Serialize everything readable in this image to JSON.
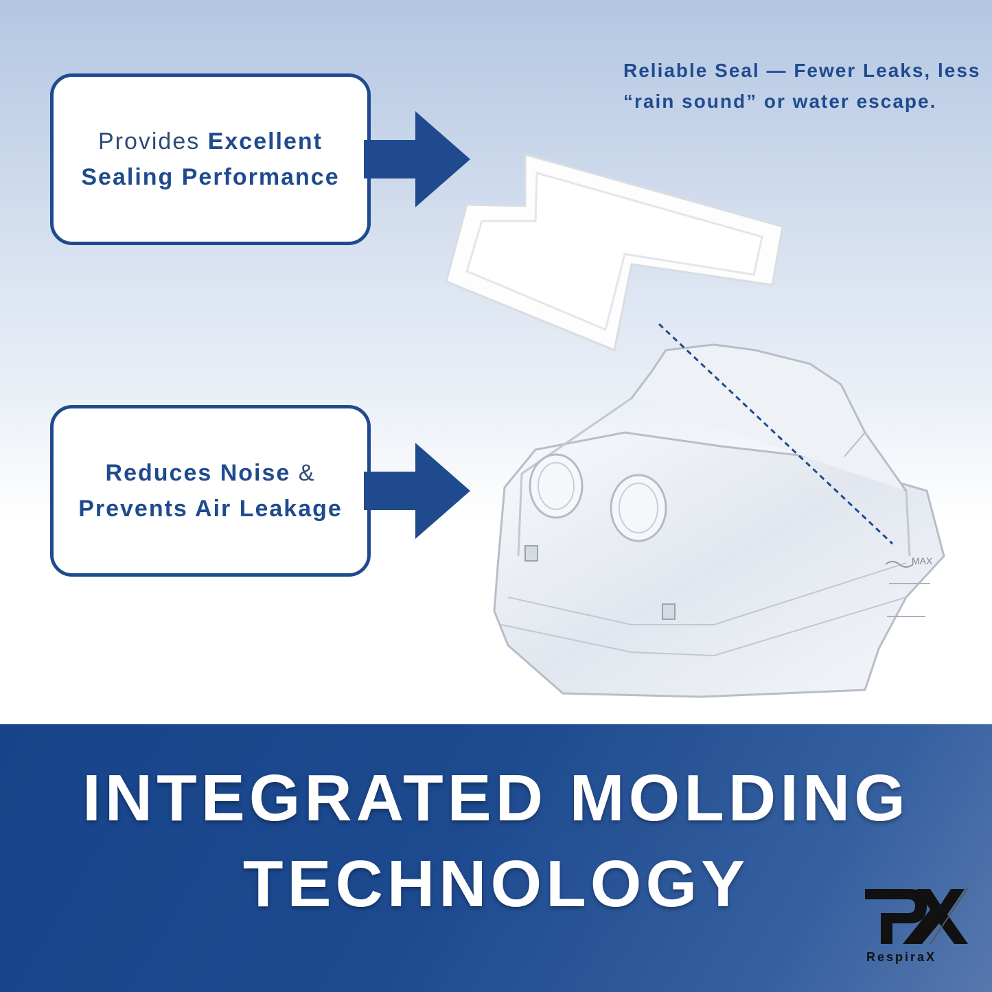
{
  "callouts": [
    {
      "prefix": "Provides ",
      "bold": "Excellent Sealing Performance"
    },
    {
      "bold": "Reduces Noise ",
      "suffix": "& ",
      "bold2": "Prevents Air Leakage"
    }
  ],
  "note": "Reliable Seal — Fewer Leaks, less “rain sound” or water escape.",
  "product": {
    "max_mark": "MAX"
  },
  "banner": {
    "line1": "INTEGRATED MOLDING",
    "line2": "TECHNOLOGY"
  },
  "logo": {
    "brand": "RespiraX"
  },
  "colors": {
    "accent": "#1f4b8e",
    "banner": "#1d4a8f",
    "text_on_banner": "#ffffff"
  }
}
